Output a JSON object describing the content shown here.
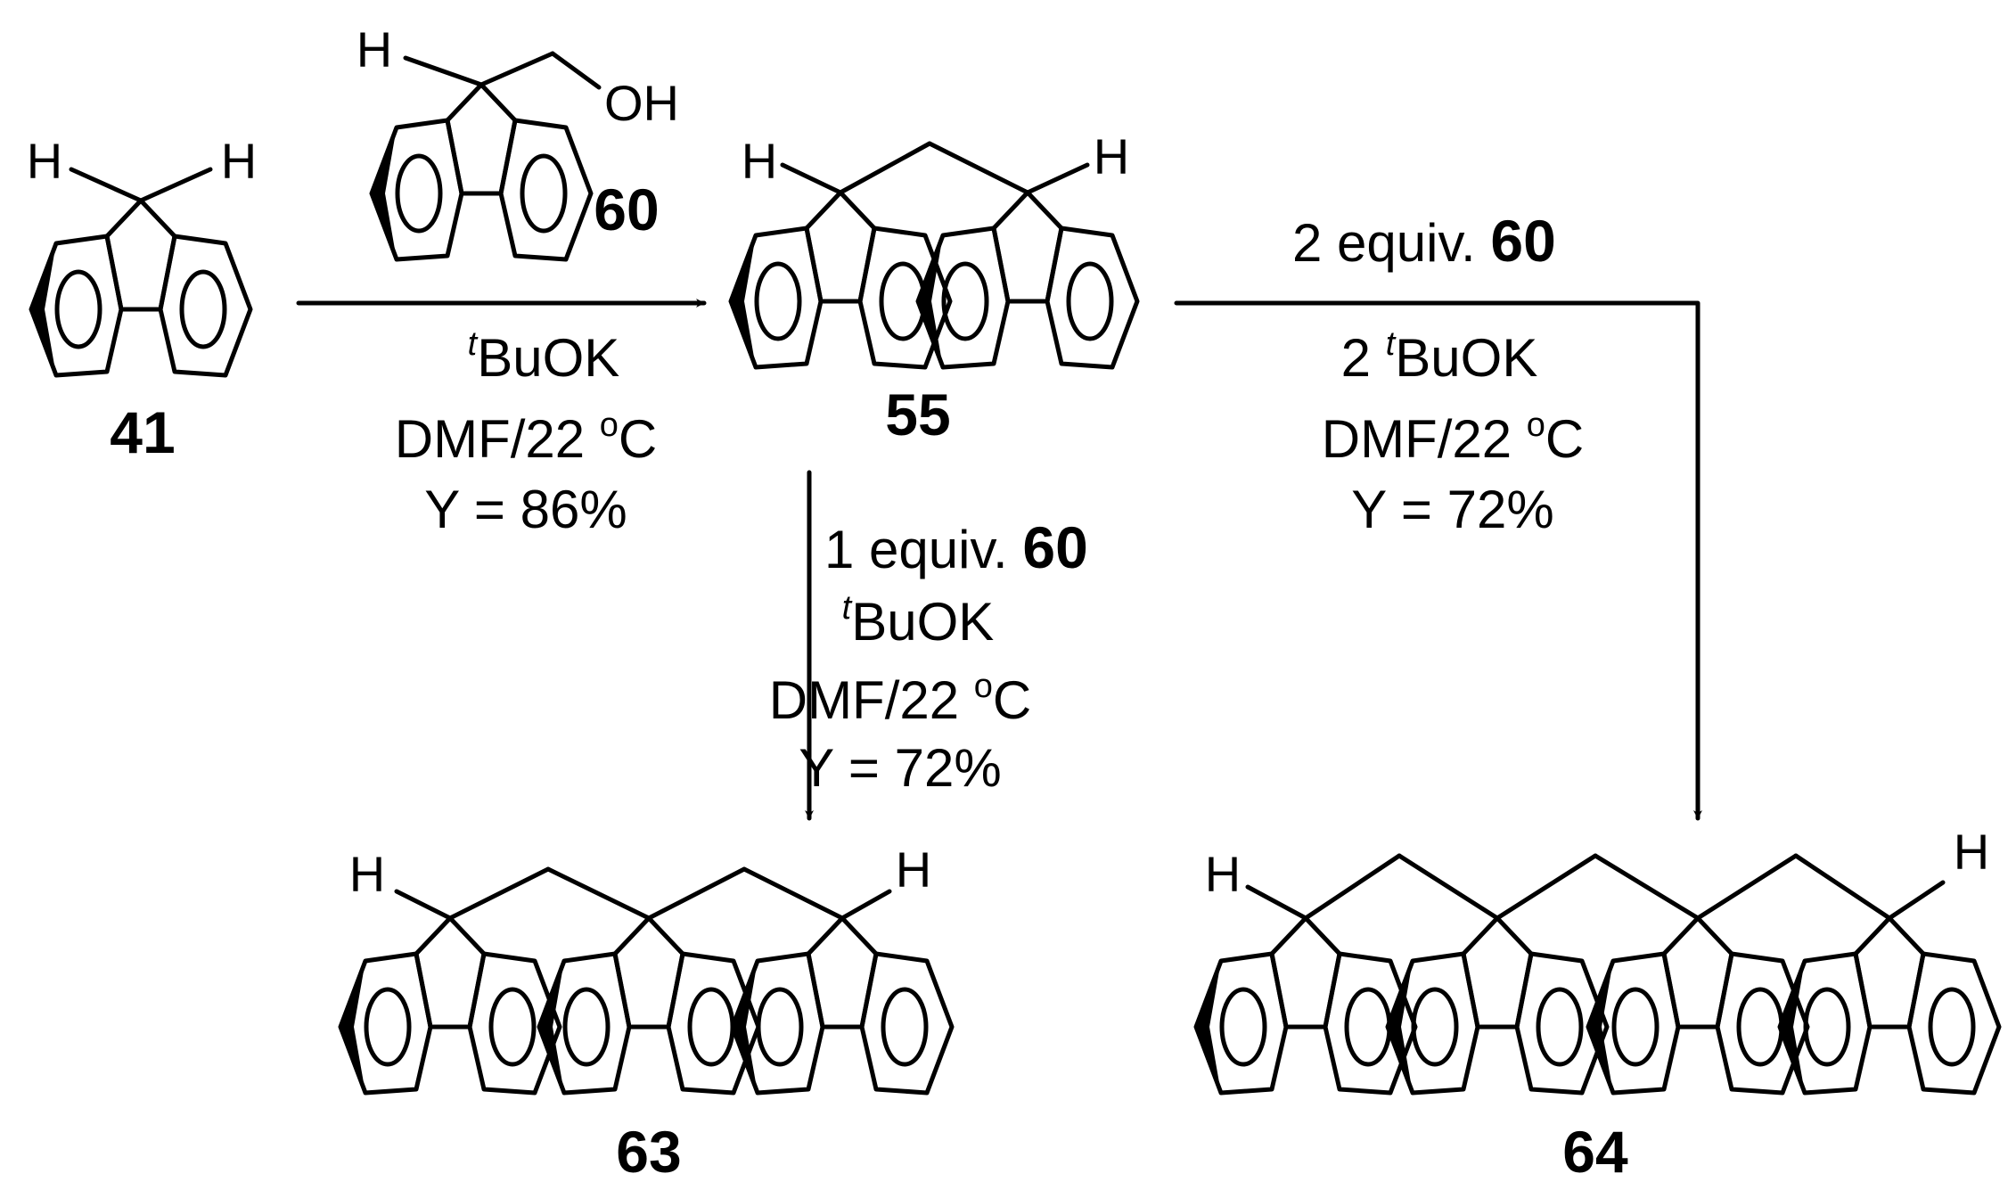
{
  "atoms": {
    "hydrogen": "H",
    "hydroxyl": "OH"
  },
  "compounds": {
    "c41": "41",
    "c60": "60",
    "c55": "55",
    "c63": "63",
    "c64": "64"
  },
  "reaction1": {
    "base_sup": "t",
    "base": "BuOK",
    "conditions": "DMF/22 ",
    "degree_sup": "o",
    "unit": "C",
    "yield": "Y = 86%"
  },
  "reaction2": {
    "reagent_text": "1 equiv. ",
    "reagent_num": "60",
    "base_sup": "t",
    "base": "BuOK",
    "conditions": "DMF/22 ",
    "degree_sup": "o",
    "unit": "C",
    "yield": "Y = 72%"
  },
  "reaction3": {
    "reagent_text": "2 equiv. ",
    "reagent_num": "60",
    "base_prefix": "2 ",
    "base_sup": "t",
    "base": "BuOK",
    "conditions": "DMF/22 ",
    "degree_sup": "o",
    "unit": "C",
    "yield": "Y = 72%"
  }
}
